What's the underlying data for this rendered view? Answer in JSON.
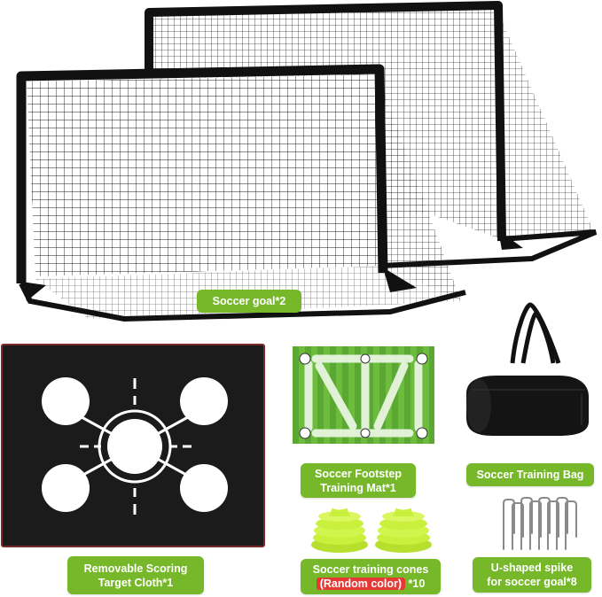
{
  "labels": {
    "goal": "Soccer goal*2",
    "mat_line1": "Soccer Footstep",
    "mat_line2": "Training Mat*1",
    "bag": "Soccer Training Bag",
    "target_line1": "Removable Scoring",
    "target_line2": "Target Cloth*1",
    "cones_line1": "Soccer training cones",
    "cones_random": "(Random color)",
    "cones_qty": " *10",
    "spike_line1": "U-shaped spike",
    "spike_line2": "for soccer goal*8"
  },
  "colors": {
    "label_green": "#76b82a",
    "random_red": "#e53935",
    "frame_black": "#111111",
    "cone_yellow": "#c8f03c",
    "mat_green": "#5aa832"
  },
  "icons": [
    "soccer-goal-net",
    "target-cloth",
    "footstep-training-mat",
    "training-bag",
    "training-cones",
    "u-shaped-spikes"
  ]
}
